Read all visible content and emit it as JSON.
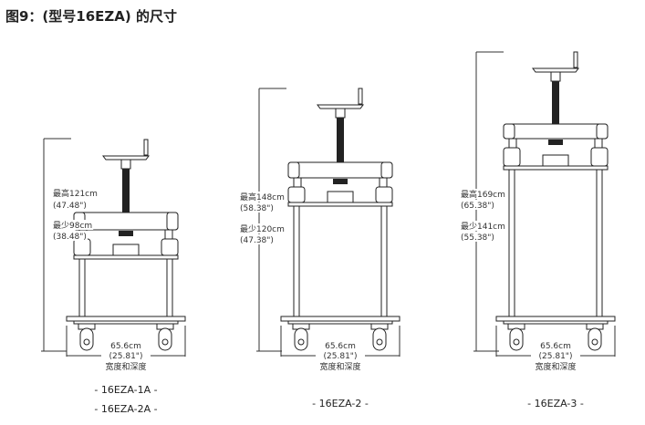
{
  "title": "图9：(型号16EZA) 的尺寸",
  "width_label": {
    "cm": "65.6cm",
    "inch": "(25.81\")",
    "caption": "宽度和深度"
  },
  "carts": [
    {
      "max_cm": "最高121cm",
      "max_in": "(47.48\")",
      "min_cm": "最少98cm",
      "min_in": "(38.48\")",
      "models": [
        "- 16EZA-1A -",
        "- 16EZA-2A -"
      ]
    },
    {
      "max_cm": "最高148cm",
      "max_in": "(58.38\")",
      "min_cm": "最少120cm",
      "min_in": "(47.38\")",
      "models": [
        "- 16EZA-2 -"
      ]
    },
    {
      "max_cm": "最高169cm",
      "max_in": "(65.38\")",
      "min_cm": "最少141cm",
      "min_in": "(55.38\")",
      "models": [
        "- 16EZA-3 -"
      ]
    }
  ]
}
